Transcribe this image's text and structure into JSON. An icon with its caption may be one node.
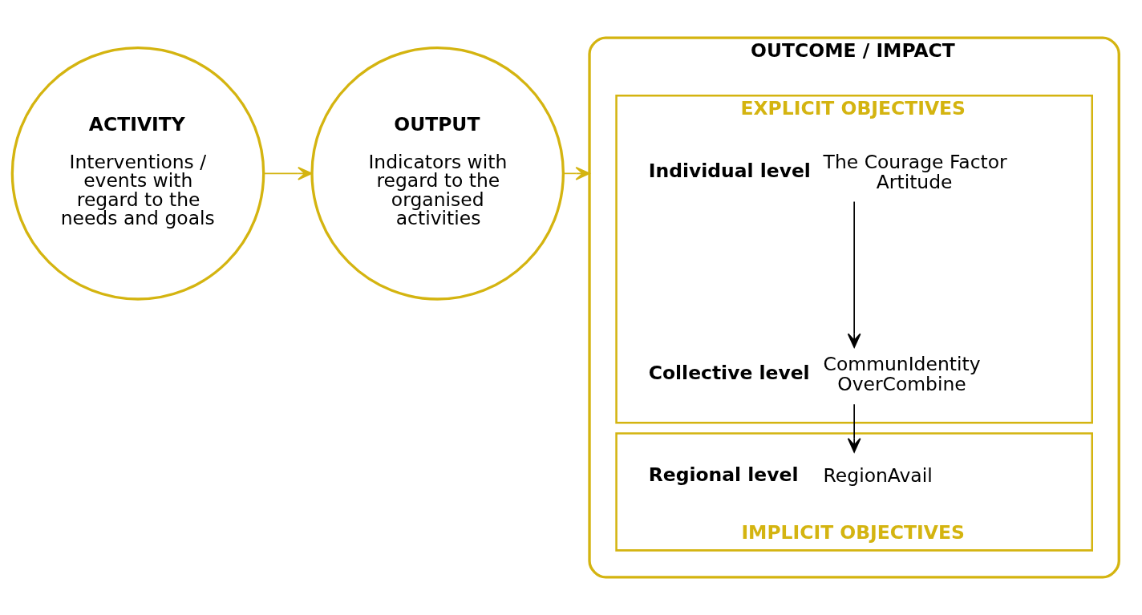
{
  "diagram": {
    "nodes": [
      {
        "text": [
          "ACTIVITY",
          "Interventions / events with regard to the needs and goals"
        ]
      },
      {
        "text": [
          "OUTPUT",
          "Indicators with regard to the organised activities"
        ]
      },
      {
        "text": [
          "OUTCOME / IMPACT"
        ]
      },
      {
        "text": [
          "EXPLICIT OBJECTIVES"
        ],
        "in": 2
      },
      {
        "text": [
          "IMPLICIT OBJECTIVES"
        ],
        "in": 2
      },
      {
        "text": [
          "Individual level"
        ],
        "beside": [
          "The Courage Factor",
          "Artitude"
        ],
        "in": 3
      },
      {
        "text": [
          "Collective level"
        ],
        "beside": [
          "CommunIdentity",
          "OverCombine"
        ],
        "in": 3
      },
      {
        "text": [
          "Regional level"
        ],
        "beside": [
          "RegionAvail"
        ],
        "in": 4
      }
    ],
    "edges": [
      {
        "from": 0,
        "to": 1,
        "arrow": "to",
        "color": "#d4b410"
      },
      {
        "from": 1,
        "to": 2,
        "arrow": "to",
        "color": "#d4b410"
      },
      {
        "from": 5,
        "to": 6,
        "arrow": "to",
        "color": "#000000"
      },
      {
        "from": 6,
        "to": 7,
        "arrow": "to",
        "color": "#000000"
      }
    ]
  }
}
